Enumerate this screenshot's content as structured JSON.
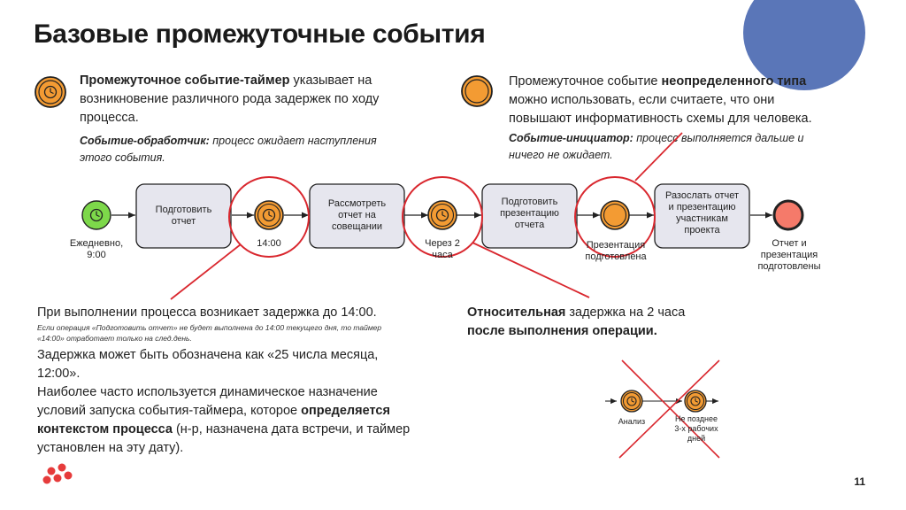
{
  "title": "Базовые промежуточные события",
  "top_left": {
    "p1_bold": "Промежуточное событие-таймер",
    "p1_rest_line1": " указывает на",
    "p1_line2": "возникновение различного рода задержек по ходу",
    "p1_line3": "процесса.",
    "p2_bold": "Событие-обработчик:",
    "p2_rest_line1": " процесс ожидает наступления",
    "p2_line2": "этого события."
  },
  "top_right": {
    "p1_start": "Промежуточное событие ",
    "p1_bold": "неопределенного типа",
    "p1_line2": "можно использовать, если считаете, что они",
    "p1_line3": "повышают информативность схемы для человека.",
    "p2_bold": "Событие-инициатор:",
    "p2_rest_line1": " процесс выполняется дальше и",
    "p2_line2": "ничего не ожидает."
  },
  "process": {
    "start_label_l1": "Ежедневно,",
    "start_label_l2": "9:00",
    "task1_l1": "Подготовить",
    "task1_l2": "отчет",
    "timer1_label": "14:00",
    "task2_l1": "Рассмотреть",
    "task2_l2": "отчет на",
    "task2_l3": "совещании",
    "timer2_label_l1": "Через 2",
    "timer2_label_l2": "часа",
    "task3_l1": "Подготовить",
    "task3_l2": "презентацию",
    "task3_l3": "отчета",
    "mid_label_l1": "Презентация",
    "mid_label_l2": "подготовлена",
    "task4_l1": "Разослать отчет",
    "task4_l2": "и презентацию",
    "task4_l3": "участникам",
    "task4_l4": "проекта",
    "end_label_l1": "Отчет и",
    "end_label_l2": "презентация",
    "end_label_l3": "подготовлены"
  },
  "bottom_left": {
    "l1": "При выполнении процесса возникает задержка до 14:00.",
    "note_l1": "Если операция «Подготовить отчет» не будет выполнена до 14:00 текущего дня, то таймер",
    "note_l2": "«14:00» отработает только на след.день.",
    "l2": "Задержка может быть обозначена как «25 числа месяца,",
    "l3": "12:00».",
    "l4": "Наиболее часто используется динамическое назначение",
    "l5_start": "условий запуска события-таймера, которое ",
    "l5_bold": "определяется",
    "l6_bold": "контекстом процесса",
    "l6_rest": " (н-р, назначена дата встречи, и таймер",
    "l7": "установлен на эту дату)."
  },
  "bottom_right": {
    "l1_bold": "Относительная",
    "l1_rest": " задержка на 2 часа",
    "l2_bold": "после выполнения операции."
  },
  "crossed": {
    "a_label": "Анализ",
    "b_label_l1": "Не позднее",
    "b_label_l2": "3-х рабочих",
    "b_label_l3": "дней"
  },
  "page_number": "11",
  "colors": {
    "timer_fill": "#f39b33",
    "start_fill": "#7dd84a",
    "end_fill": "#f57a6a",
    "task_fill": "#e6e6ee",
    "highlight": "#d9272e",
    "accent_blue": "#5a76b8",
    "logo_red": "#e63b3b"
  }
}
